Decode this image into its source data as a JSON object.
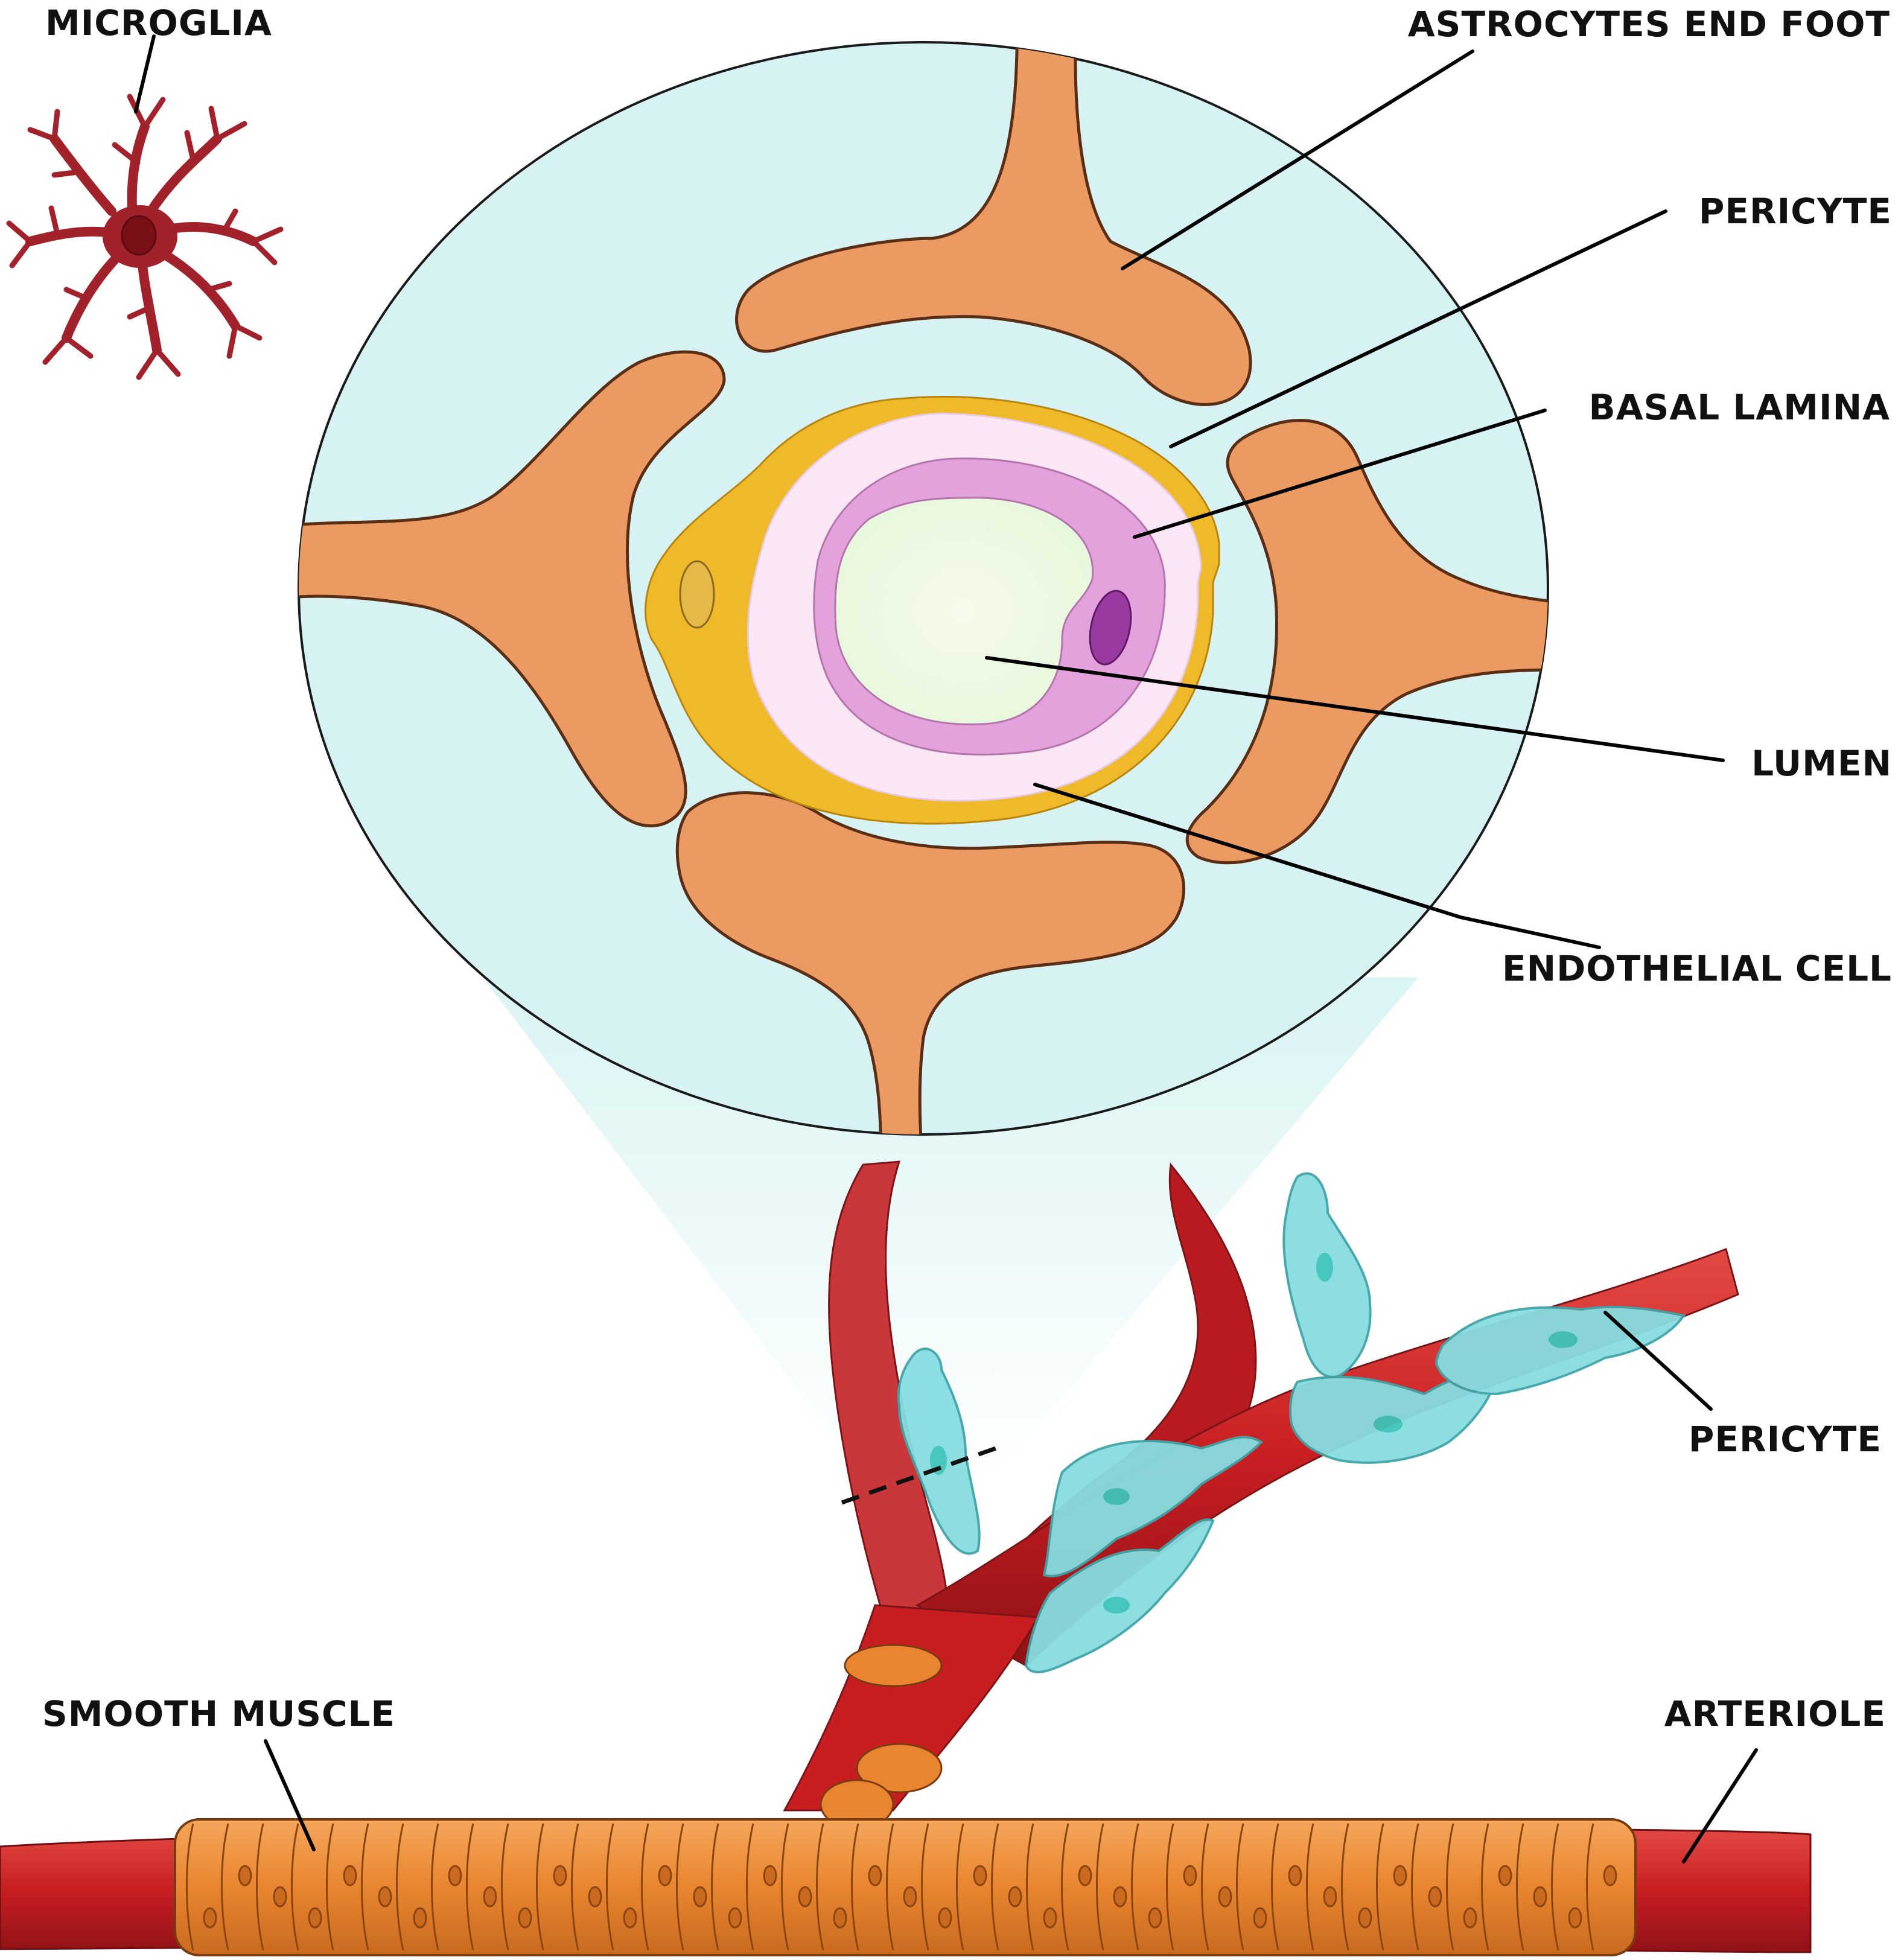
{
  "labels": {
    "microglia": "MICROGLIA",
    "astrocytes_end_foot": "ASTROCYTES END FOOT",
    "pericyte_top": "PERICYTE",
    "basal_lamina": "BASAL LAMINA",
    "lumen": "LUMEN",
    "endothelial_cell": "ENDOTHELIAL CELL",
    "pericyte_bottom": "PERICYTE",
    "smooth_muscle": "SMOOTH MUSCLE",
    "arteriole": "ARTERIOLE"
  },
  "colors": {
    "circle_fill": "#d6f2f2",
    "astrocyte": "#eb9a62",
    "pericyte_ring": "#f0b92a",
    "basal_lamina_fill": "#fbe6f6",
    "endothelial": "#e3a2dc",
    "lumen": "#eefae2",
    "vessel_red": "#c81e22",
    "smooth_muscle": "#e9852f",
    "pericyte_cells": "#86dde0",
    "microglia": "#a2222c"
  }
}
